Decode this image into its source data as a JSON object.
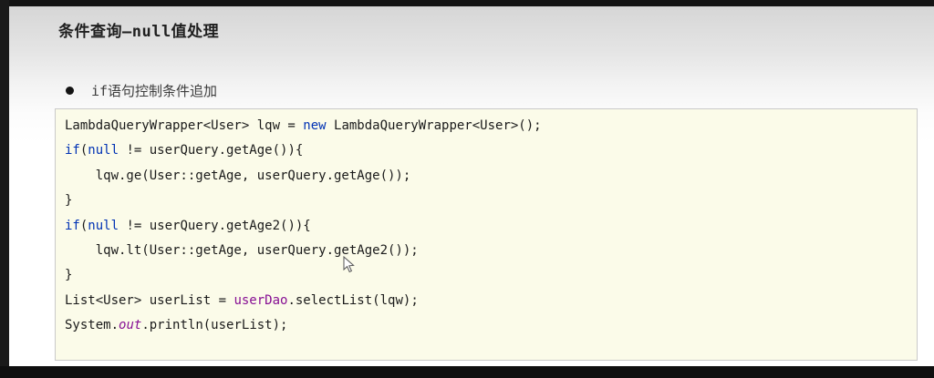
{
  "slide": {
    "title": "条件查询—null值处理",
    "bullet": "if语句控制条件追加"
  },
  "colors": {
    "keyword": "#0032b4",
    "field": "#871094",
    "code_text": "#1a1a1a",
    "code_bg": "#fbfbe9",
    "code_border": "#c9c9c9",
    "frame": "#141414"
  },
  "code": {
    "lines": [
      [
        {
          "t": "LambdaQueryWrapper<User> lqw = "
        },
        {
          "t": "new",
          "c": "kw"
        },
        {
          "t": " LambdaQueryWrapper<User>();"
        }
      ],
      [
        {
          "t": "if",
          "c": "kw"
        },
        {
          "t": "("
        },
        {
          "t": "null",
          "c": "kw"
        },
        {
          "t": " != userQuery.getAge()){"
        }
      ],
      [
        {
          "t": "    lqw.ge(User::getAge, userQuery.getAge());"
        }
      ],
      [
        {
          "t": "}"
        }
      ],
      [
        {
          "t": "if",
          "c": "kw"
        },
        {
          "t": "("
        },
        {
          "t": "null",
          "c": "kw"
        },
        {
          "t": " != userQuery.getAge2()){"
        }
      ],
      [
        {
          "t": "    lqw.lt(User::getAge, userQuery.getAge2());"
        }
      ],
      [
        {
          "t": "}"
        }
      ],
      [
        {
          "t": "List<User> userList = "
        },
        {
          "t": "userDao",
          "c": "field"
        },
        {
          "t": ".selectList(lqw);"
        }
      ],
      [
        {
          "t": "System."
        },
        {
          "t": "out",
          "c": "staticfield"
        },
        {
          "t": ".println(userList);"
        }
      ]
    ]
  }
}
